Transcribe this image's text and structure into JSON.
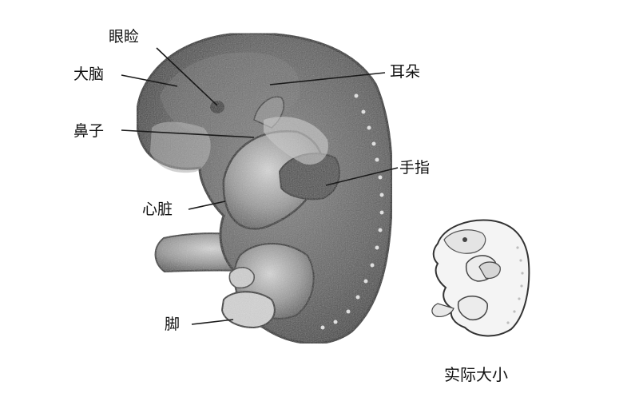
{
  "labels": {
    "eyelid": "眼睑",
    "brain": "大脑",
    "nose": "鼻子",
    "heart": "心脏",
    "foot": "脚",
    "ear": "耳朵",
    "finger": "手指",
    "actual_size": "实际大小"
  },
  "colors": {
    "background": "#ffffff",
    "embryo_fill": "#5e5e5e",
    "embryo_outline": "#1a1a1a",
    "small_embryo_fill": "#f2f2f2",
    "text": "#111111"
  }
}
